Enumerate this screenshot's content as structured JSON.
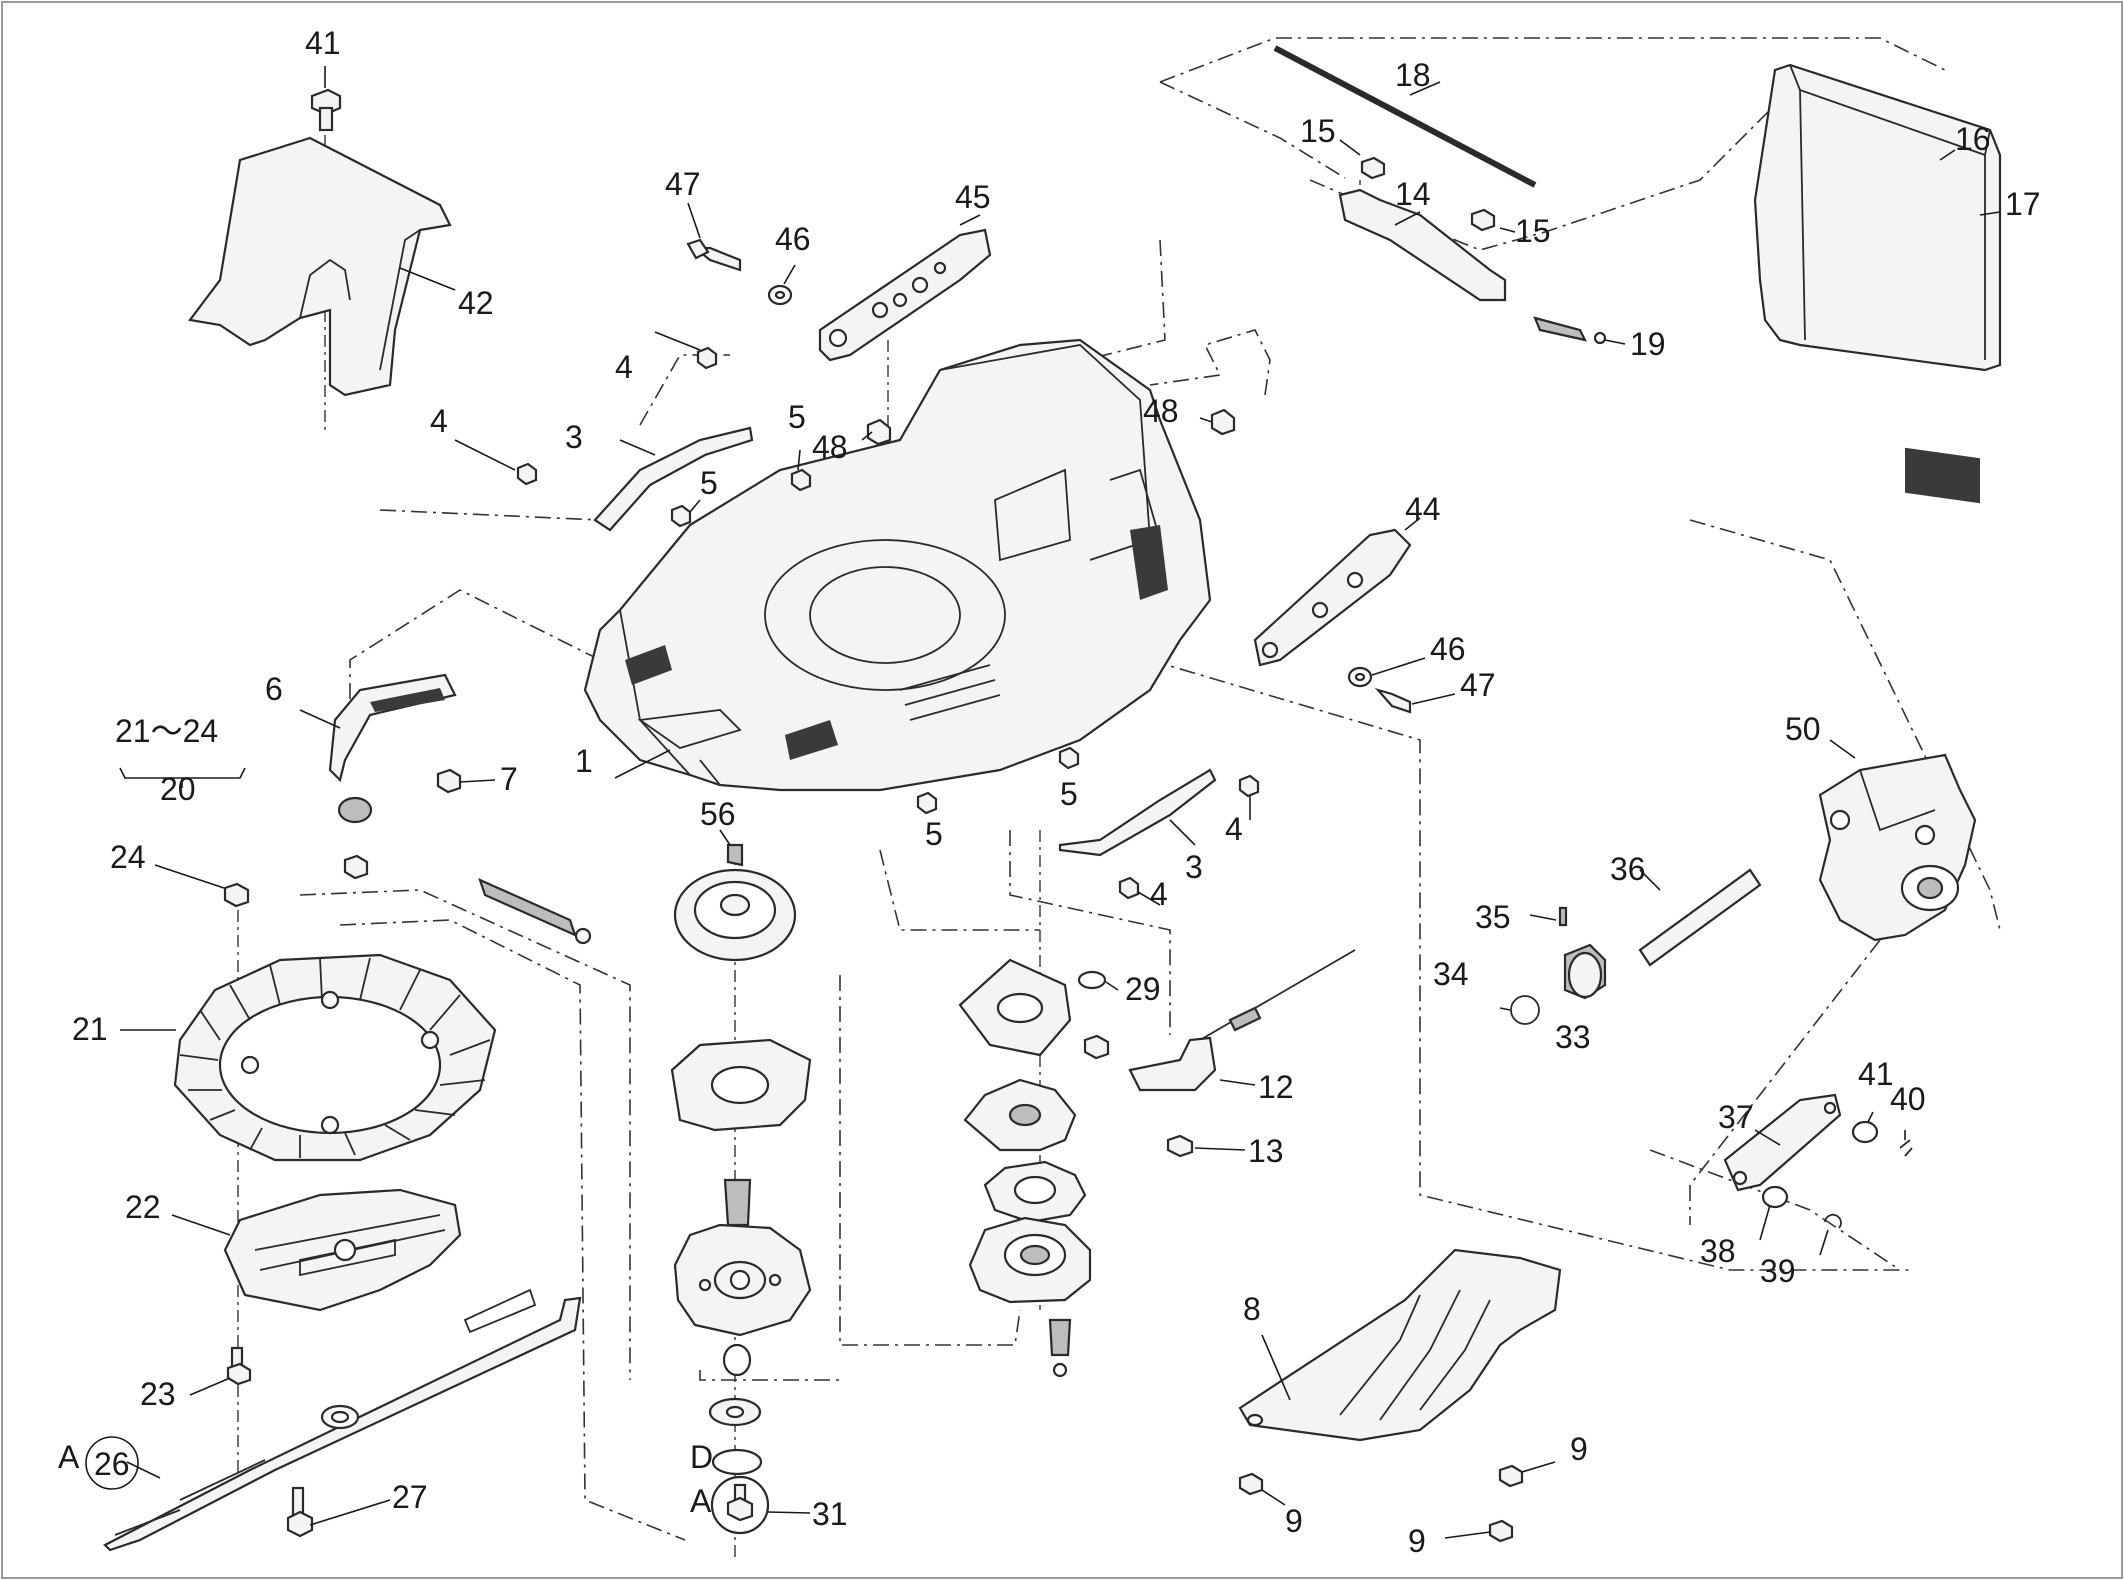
{
  "callouts": {
    "c1": "1",
    "c3a": "3",
    "c3b": "3",
    "c4a": "4",
    "c4b": "4",
    "c4c": "4",
    "c4d": "4",
    "c5a": "5",
    "c5b": "5",
    "c5c": "5",
    "c5d": "5",
    "c6": "6",
    "c7": "7",
    "c8": "8",
    "c9a": "9",
    "c9b": "9",
    "c9c": "9",
    "c12": "12",
    "c13": "13",
    "c14": "14",
    "c15a": "15",
    "c15b": "15",
    "c16": "16",
    "c17": "17",
    "c18": "18",
    "c19": "19",
    "c20": "20",
    "c21range": "21～24",
    "c21": "21",
    "c22": "22",
    "c23": "23",
    "c24": "24",
    "c26": "26",
    "c26letter": "A",
    "c27": "27",
    "c29": "29",
    "c31": "31",
    "c31letter": "A",
    "cD": "D",
    "c33": "33",
    "c34": "34",
    "c35": "35",
    "c36": "36",
    "c37": "37",
    "c38": "38",
    "c39": "39",
    "c40": "40",
    "c41a": "41",
    "c41b": "41",
    "c42": "42",
    "c44": "44",
    "c45": "45",
    "c46a": "46",
    "c46b": "46",
    "c47a": "47",
    "c47b": "47",
    "c48a": "48",
    "c48b": "48",
    "c50": "50",
    "c56": "56"
  }
}
